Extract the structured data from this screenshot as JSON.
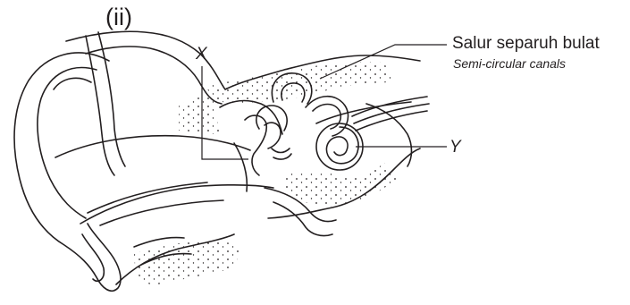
{
  "question": {
    "part_label": "(ii)"
  },
  "labels": {
    "x": "X",
    "y": "Y",
    "semicircular_canals_ms": "Salur separuh bulat",
    "semicircular_canals_en": "Semi-circular canals"
  },
  "colors": {
    "ink": "#231f20",
    "tissue_fill": "#ffffff"
  }
}
